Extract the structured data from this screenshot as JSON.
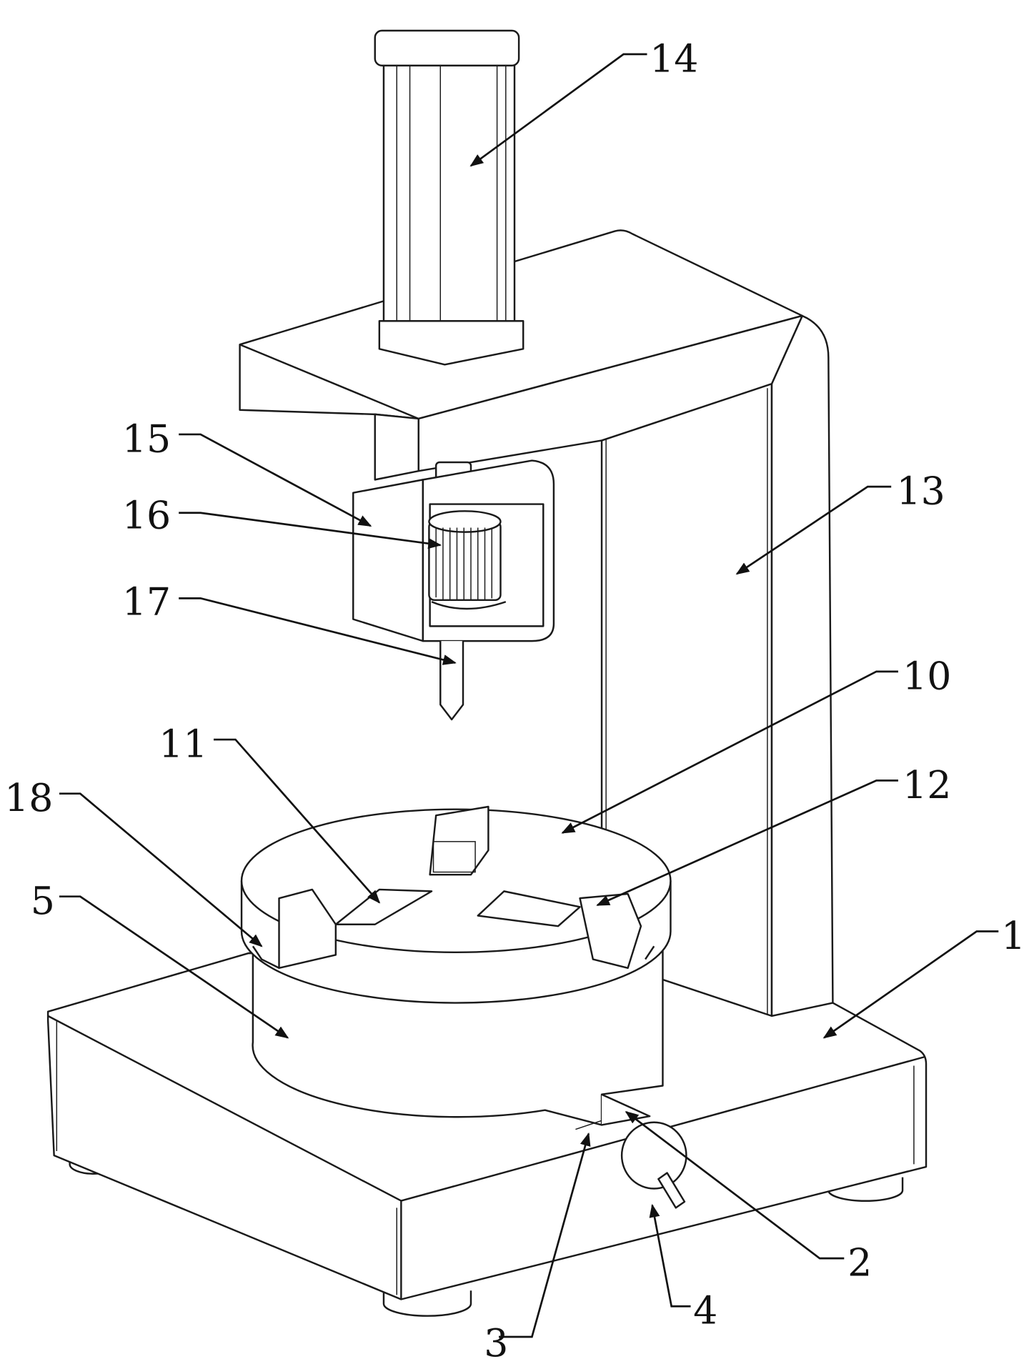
{
  "figure": {
    "labels": {
      "l1": "1",
      "l2": "2",
      "l3": "3",
      "l4": "4",
      "l5": "5",
      "l10": "10",
      "l11": "11",
      "l12": "12",
      "l13": "13",
      "l14": "14",
      "l15": "15",
      "l16": "16",
      "l17": "17",
      "l18": "18"
    }
  }
}
